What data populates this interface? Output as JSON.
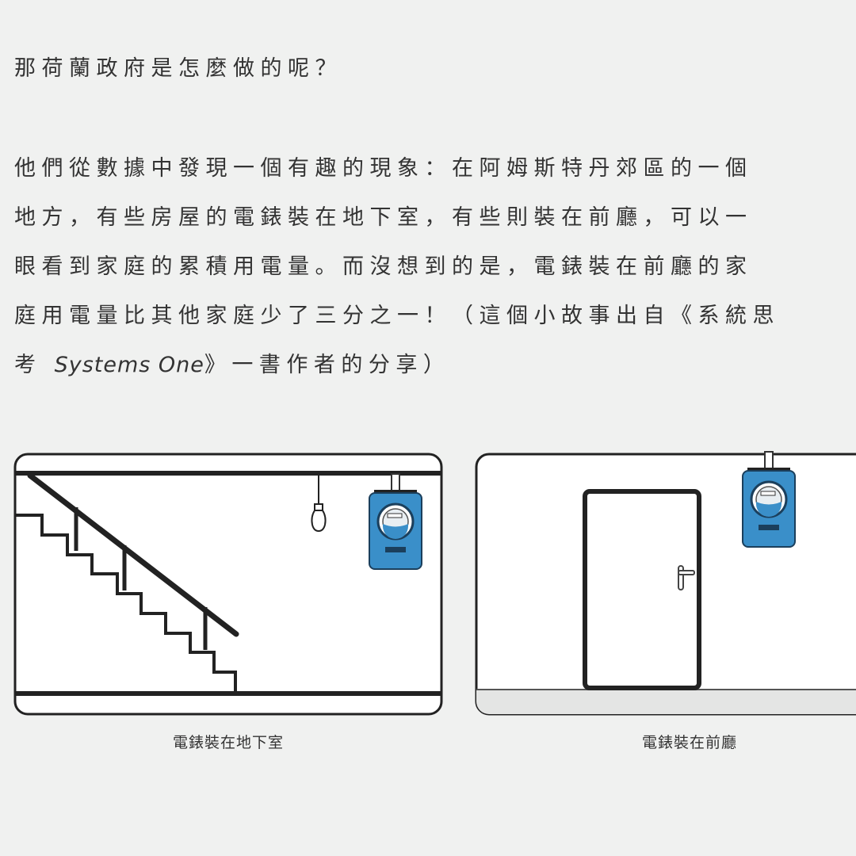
{
  "question": "那荷蘭政府是怎麼做的呢？",
  "paragraph": {
    "lines": [
      "他們從數據中發現一個有趣的現象：在阿姆斯特丹郊區的一個",
      "地方，有些房屋的電錶裝在地下室，有些則裝在前廳，可以一",
      "眼看到家庭的累積用電量。而沒想到的是，電錶裝在前廳的家",
      "庭用電量比其他家庭少了三分之一！（這個小故事出自《系統思"
    ],
    "last_line_prefix": "考 ",
    "book_title_en": "Systems One",
    "last_line_suffix": "》一書作者的分享）"
  },
  "illustrations": {
    "meter_color": "#3a8fc9",
    "left_caption": "電錶裝在地下室",
    "right_caption": "電錶裝在前廳"
  }
}
